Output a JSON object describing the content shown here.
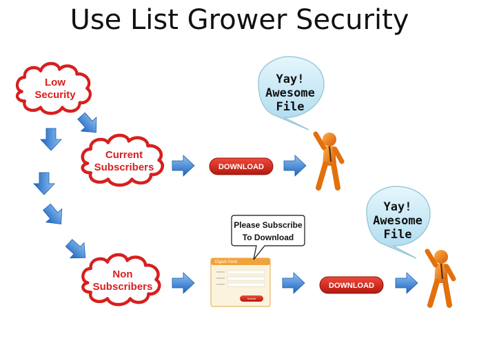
{
  "title": "Use List Grower Security",
  "low_security": [
    "Low",
    "Security"
  ],
  "current_subscribers": [
    "Current",
    "Subscribers"
  ],
  "non_subscribers": [
    "Non",
    "Subscribers"
  ],
  "download_label": "DOWNLOAD",
  "bubble": [
    "Yay!",
    "Awesome",
    "File"
  ],
  "callout": [
    "Please Subscribe",
    "To Download"
  ],
  "form": {
    "header": "Digish Form",
    "submit": "Submit"
  },
  "colors": {
    "cloud_text": "#d71f1f",
    "arrow": "#2f7fd6",
    "download": "#d8261c",
    "bubble": "#bfe4f3",
    "figure": "#f07c12"
  }
}
